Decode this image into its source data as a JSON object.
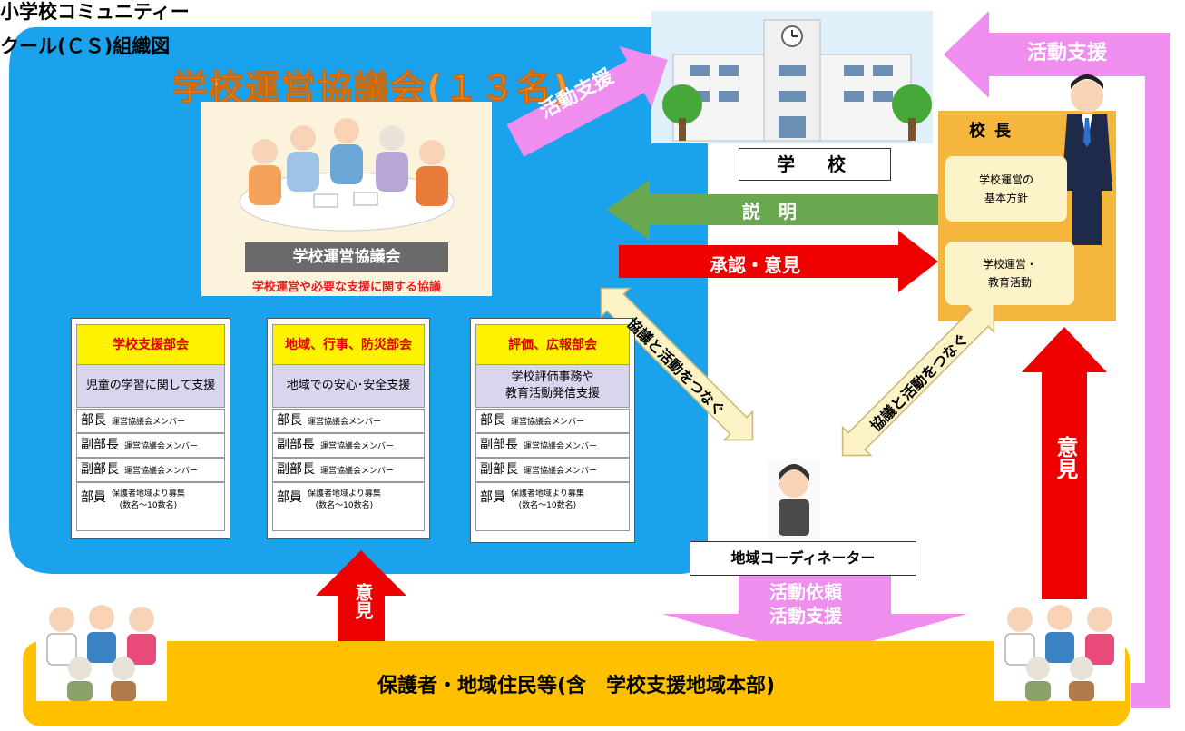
{
  "title": {
    "line1": "小学校コミュニティー",
    "line2": "クール(ＣＳ)組織図"
  },
  "council": {
    "title": "学校運営協議会(１３名)",
    "meeting_label": "学校運営協議会",
    "meeting_subtitle": "学校運営や必要な支援に関する協議"
  },
  "departments": [
    {
      "name": "学校支援部会",
      "desc": "児童の学習に関して支援",
      "rows": [
        {
          "role": "部長",
          "note": "運営協議会メンバー"
        },
        {
          "role": "副部長",
          "note": "運営協議会メンバー"
        },
        {
          "role": "副部長",
          "note": "運営協議会メンバー"
        }
      ],
      "member": {
        "role": "部員",
        "note1": "保護者地域より募集",
        "note2": "(数名～10数名)"
      }
    },
    {
      "name": "地域、行事、防災部会",
      "desc": "地域での安心･安全支援",
      "rows": [
        {
          "role": "部長",
          "note": "運営協議会メンバー"
        },
        {
          "role": "副部長",
          "note": "運営協議会メンバー"
        },
        {
          "role": "副部長",
          "note": "運営協議会メンバー"
        }
      ],
      "member": {
        "role": "部員",
        "note1": "保護者地域より募集",
        "note2": "(数名～10数名)"
      }
    },
    {
      "name": "評価、広報部会",
      "desc1": "学校評価事務や",
      "desc2": "教育活動発信支援",
      "rows": [
        {
          "role": "部長",
          "note": "運営協議会メンバー"
        },
        {
          "role": "副部長",
          "note": "運営協議会メンバー"
        },
        {
          "role": "副部長",
          "note": "運営協議会メンバー"
        }
      ],
      "member": {
        "role": "部員",
        "note1": "保護者地域より募集",
        "note2": "(数名～10数名)"
      }
    }
  ],
  "school": {
    "label": "学　校"
  },
  "principal": {
    "title": "校長",
    "box1_line1": "学校運営の",
    "box1_line2": "基本方針",
    "box2_line1": "学校運営・",
    "box2_line2": "教育活動"
  },
  "arrows": {
    "support_diag": "活動支援",
    "support_top": "活動支援",
    "explain": "説　明",
    "approve": "承認・意見",
    "connect_left": "協議と活動をつなぐ",
    "connect_right": "協議と活動をつなぐ",
    "opinion_right": "意見",
    "opinion_bottom": "意見",
    "request_line1": "活動依頼",
    "request_line2": "活動支援"
  },
  "coordinator": {
    "label": "地域コーディネーター"
  },
  "community": {
    "label": "保護者・地域住民等(含　学校支援地域本部)"
  },
  "colors": {
    "council_blue": "#1aa3ec",
    "orange": "#f4b63c",
    "gold": "#ffc000",
    "pink": "#f08ef0",
    "red": "#e00000",
    "green": "#6aa84f",
    "yellow": "#fff200"
  }
}
